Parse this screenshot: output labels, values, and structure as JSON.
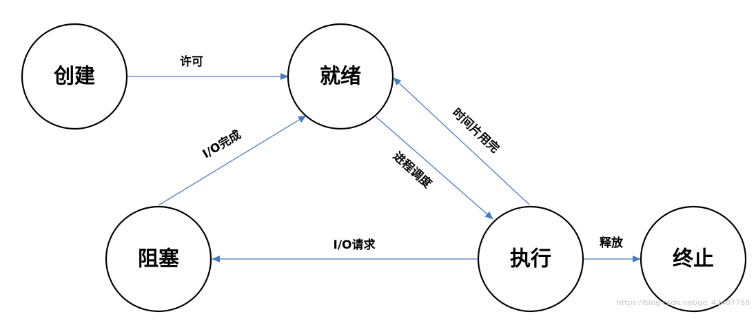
{
  "colors": {
    "arrow": "#4a7ac0",
    "node_stroke": "#000000",
    "watermark": "#c4c4c4"
  },
  "nodes": {
    "create": "创建",
    "ready": "就绪",
    "block": "阻塞",
    "run": "执行",
    "terminate": "终止"
  },
  "edges": {
    "permit": "许可",
    "io_done": "I/O完成",
    "schedule": "进程调度",
    "time_slice": "时间片用完",
    "io_request": "I/O请求",
    "release": "释放"
  },
  "watermark": "https://blog.csdn.net/qq_43407788"
}
